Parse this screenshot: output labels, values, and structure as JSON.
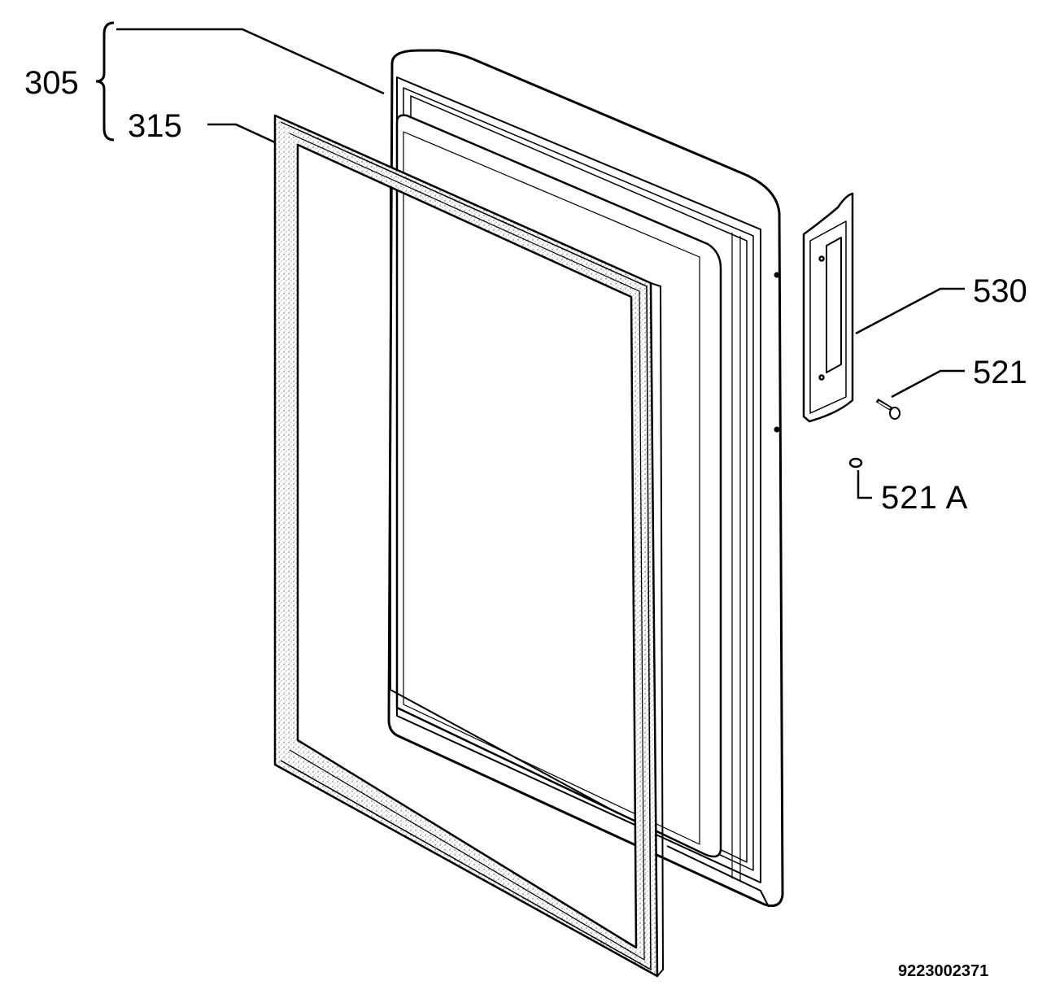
{
  "callouts": {
    "door_assembly": "305",
    "door_gasket": "315",
    "handle": "530",
    "screw": "521",
    "washer": "521 A"
  },
  "drawing_number": "9223002371"
}
